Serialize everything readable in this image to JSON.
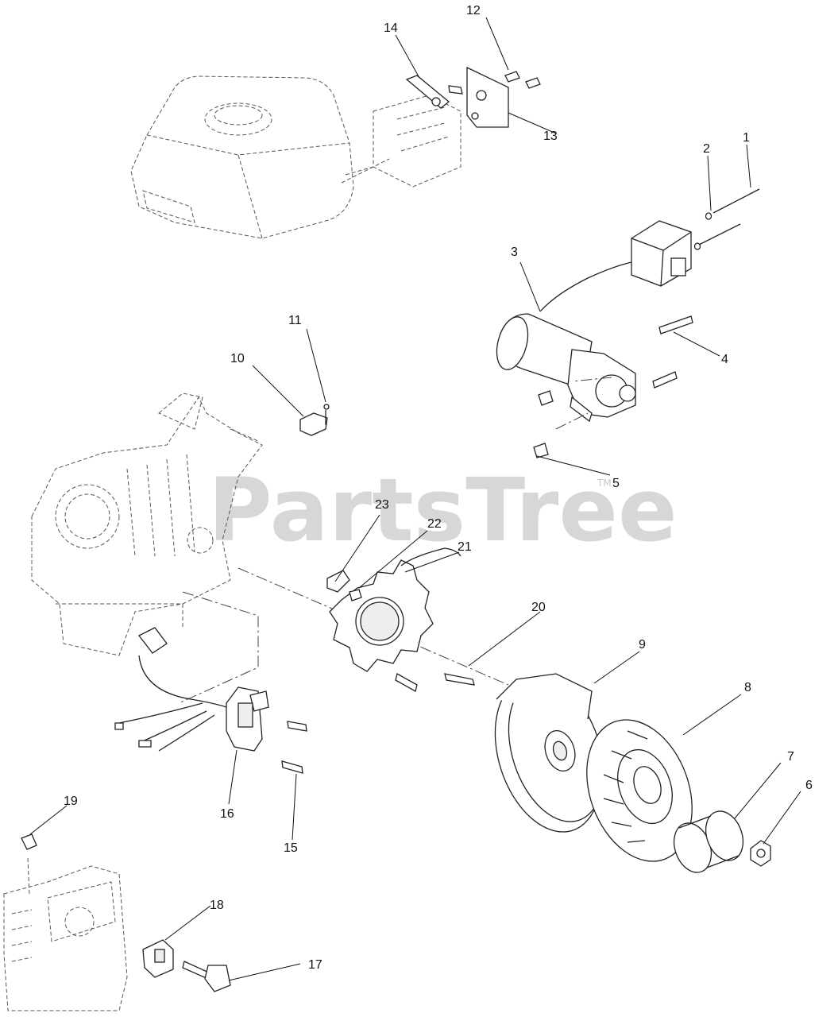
{
  "watermark": {
    "text": "PartsTree",
    "trademark": "TM"
  },
  "callouts": [
    {
      "id": "1",
      "label": "1"
    },
    {
      "id": "2",
      "label": "2"
    },
    {
      "id": "3",
      "label": "3"
    },
    {
      "id": "4",
      "label": "4"
    },
    {
      "id": "5",
      "label": "5"
    },
    {
      "id": "6",
      "label": "6"
    },
    {
      "id": "7",
      "label": "7"
    },
    {
      "id": "8",
      "label": "8"
    },
    {
      "id": "9",
      "label": "9"
    },
    {
      "id": "10",
      "label": "10"
    },
    {
      "id": "11",
      "label": "11"
    },
    {
      "id": "12",
      "label": "12"
    },
    {
      "id": "13",
      "label": "13"
    },
    {
      "id": "14",
      "label": "14"
    },
    {
      "id": "15",
      "label": "15"
    },
    {
      "id": "16",
      "label": "16"
    },
    {
      "id": "17",
      "label": "17"
    },
    {
      "id": "18",
      "label": "18"
    },
    {
      "id": "19",
      "label": "19"
    },
    {
      "id": "20",
      "label": "20"
    },
    {
      "id": "21",
      "label": "21"
    },
    {
      "id": "22",
      "label": "22"
    },
    {
      "id": "23",
      "label": "23"
    }
  ]
}
